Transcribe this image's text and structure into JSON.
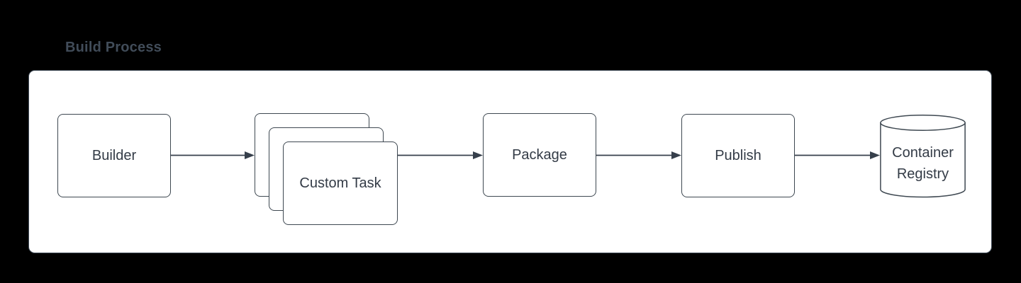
{
  "diagram": {
    "title": "Build Process",
    "container_label": "Build Process",
    "nodes": [
      {
        "id": "builder",
        "label": "Builder",
        "shape": "rounded-rectangle"
      },
      {
        "id": "custom-task",
        "label": "Custom Task",
        "shape": "stacked-rounded-rectangles",
        "stack_count": 3
      },
      {
        "id": "package",
        "label": "Package",
        "shape": "rounded-rectangle"
      },
      {
        "id": "publish",
        "label": "Publish",
        "shape": "rounded-rectangle"
      },
      {
        "id": "container-registry",
        "label": "Container Registry",
        "shape": "cylinder"
      }
    ],
    "edges": [
      {
        "from": "Builder",
        "to": "Custom Task",
        "style": "arrow"
      },
      {
        "from": "Custom Task",
        "to": "Package",
        "style": "arrow"
      },
      {
        "from": "Package",
        "to": "Publish",
        "style": "arrow"
      },
      {
        "from": "Publish",
        "to": "Container Registry",
        "style": "arrow"
      }
    ],
    "colors": {
      "page_background": "#000000",
      "panel_background": "#ffffff",
      "panel_stroke": "#434e5a",
      "shape_stroke": "#3e4851",
      "shape_fill": "#ffffff",
      "shape_text": "#333b46",
      "connector": "#363f4b",
      "title_text": "#414c59"
    }
  }
}
